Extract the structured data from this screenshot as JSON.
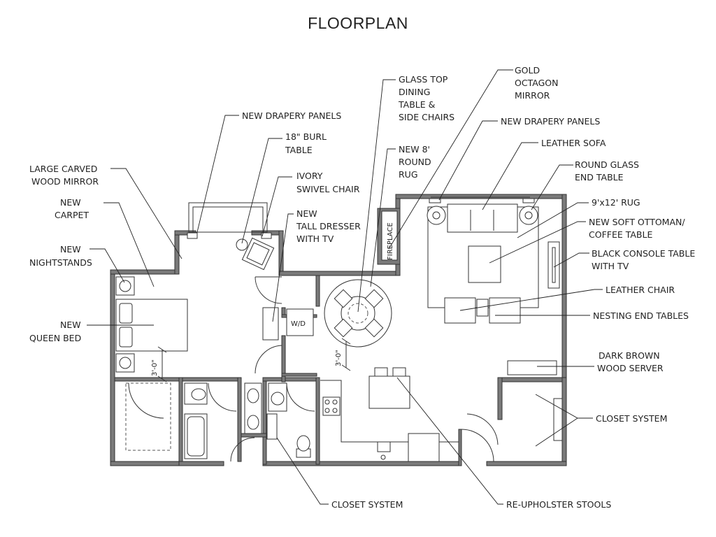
{
  "title": "FLOORPLAN",
  "labels": {
    "new_drapery_panels_left": "NEW DRAPERY PANELS",
    "burl_table_1": "18\" BURL",
    "burl_table_2": "TABLE",
    "swivel_chair_1": "IVORY",
    "swivel_chair_2": "SWIVEL CHAIR",
    "carved_mirror_1": "LARGE CARVED",
    "carved_mirror_2": "WOOD MIRROR",
    "new_carpet_1": "NEW",
    "new_carpet_2": "CARPET",
    "tall_dresser_1": "NEW",
    "tall_dresser_2": "TALL DRESSER",
    "tall_dresser_3": "WITH TV",
    "nightstands_1": "NEW",
    "nightstands_2": "NIGHTSTANDS",
    "queen_bed_1": "NEW",
    "queen_bed_2": "QUEEN BED",
    "dining_1": "GLASS TOP",
    "dining_2": "DINING",
    "dining_3": "TABLE &",
    "dining_4": "SIDE CHAIRS",
    "round_rug_1": "NEW 8'",
    "round_rug_2": "ROUND",
    "round_rug_3": "RUG",
    "octagon_mirror_1": "GOLD",
    "octagon_mirror_2": "OCTAGON",
    "octagon_mirror_3": "MIRROR",
    "new_drapery_panels_right": "NEW DRAPERY PANELS",
    "leather_sofa": "LEATHER SOFA",
    "end_table_1": "ROUND GLASS",
    "end_table_2": "END TABLE",
    "rug_9x12": "9'x12' RUG",
    "ottoman_1": "NEW SOFT OTTOMAN/",
    "ottoman_2": "COFFEE TABLE",
    "console_1": "BLACK CONSOLE TABLE",
    "console_2": "WITH TV",
    "leather_chair": "LEATHER CHAIR",
    "nesting_tables": "NESTING END TABLES",
    "server_1": "DARK BROWN",
    "server_2": "WOOD SERVER",
    "closet_right": "CLOSET SYSTEM",
    "closet_bottom": "CLOSET SYSTEM",
    "stools": "RE-UPHOLSTER STOOLS",
    "fireplace": "FIREPLACE",
    "wd": "W/D",
    "dim_left": "3'-0\"",
    "dim_center": "3'-0\""
  }
}
